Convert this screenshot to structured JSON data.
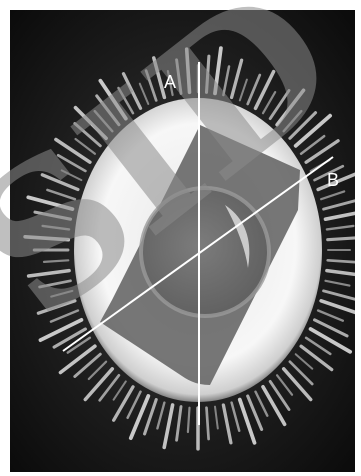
{
  "labels": {
    "a": "A",
    "b": "B"
  },
  "watermark": {
    "text": "SID"
  },
  "colors": {
    "background": "#ffffff",
    "image_dark": "#111111",
    "halo_white": "#f4f4f4",
    "watermark_gray": "#8a8a8a",
    "lines_white": "#ffffff"
  }
}
